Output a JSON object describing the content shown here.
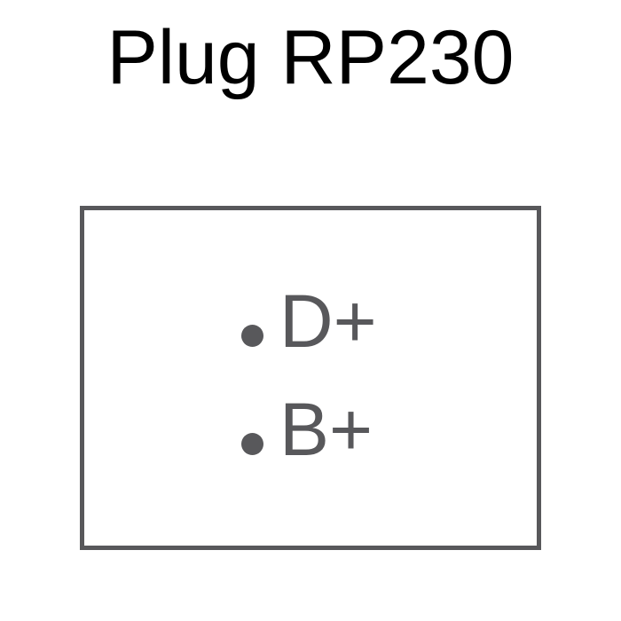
{
  "title": "Plug RP230",
  "colors": {
    "box": "#58585b",
    "title": "#000000"
  },
  "pins": [
    {
      "label": "D+"
    },
    {
      "label": "B+"
    }
  ]
}
